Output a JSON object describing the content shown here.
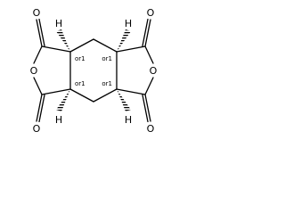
{
  "structure": {
    "atoms": {
      "o_top_left": "O",
      "o_ring_left": "O",
      "o_bottom_left": "O",
      "o_top_right": "O",
      "o_ring_right": "O",
      "o_bottom_right": "O",
      "h_top_left": "H",
      "h_bottom_left": "H",
      "h_top_right": "H",
      "h_bottom_right": "H"
    },
    "stereo": {
      "c1": "or1",
      "c2": "or1",
      "c3": "or1",
      "c4": "or1"
    }
  }
}
